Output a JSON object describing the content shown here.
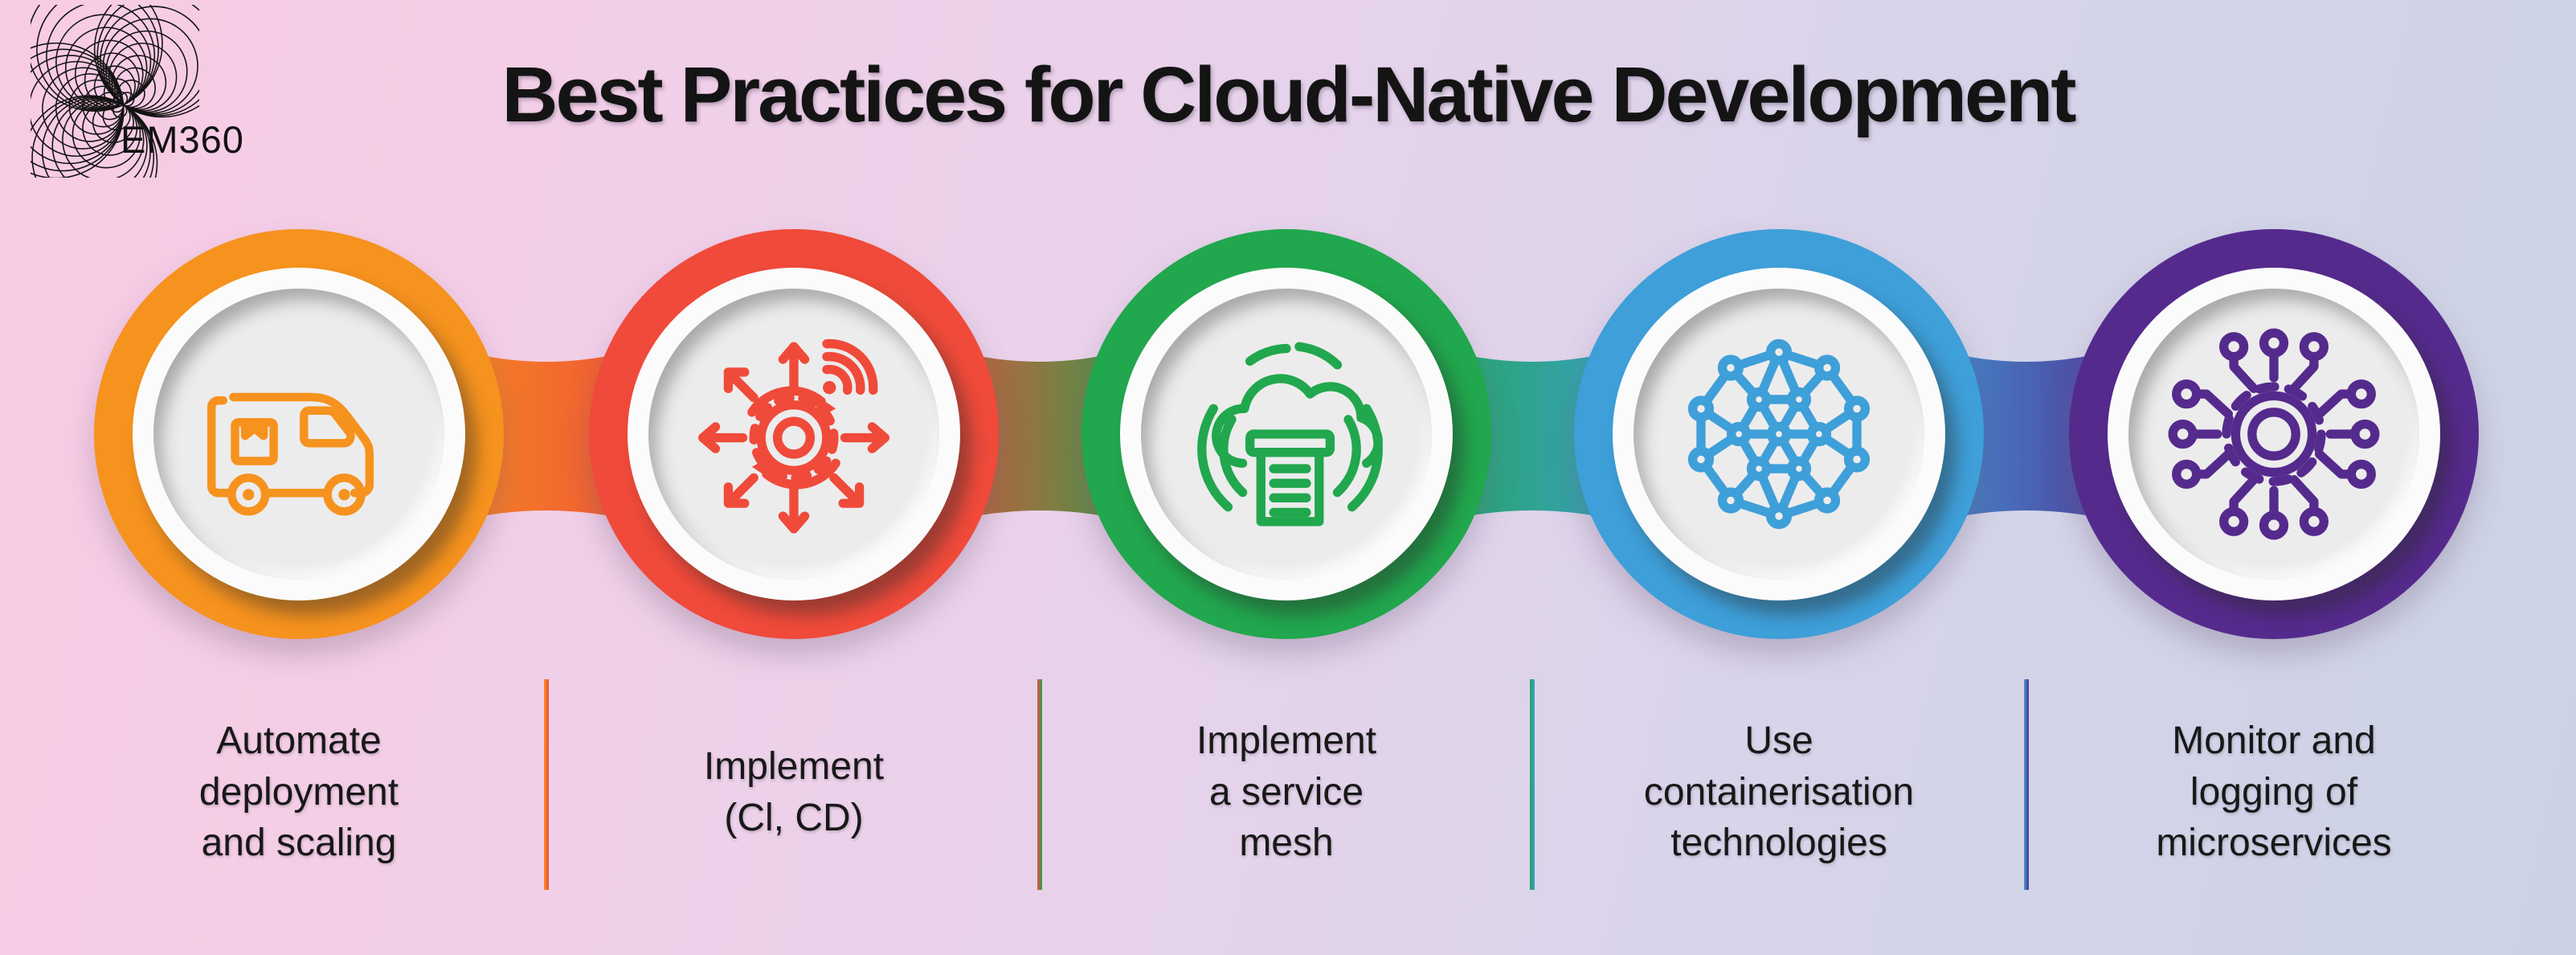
{
  "logo": {
    "text": "EM360",
    "mark": "spirograph-shell-logo"
  },
  "title": "Best Practices for Cloud-Native Development",
  "background": {
    "left_color": "#f8cbe4",
    "right_color": "#ccd2e5"
  },
  "steps": [
    {
      "label": "Automate deployment and scaling",
      "lines": [
        "Automate",
        "deployment",
        "and scaling"
      ],
      "color": "#F6921E",
      "icon": "delivery-truck-icon"
    },
    {
      "label": "Implement (Cl, CD)",
      "lines": [
        "Implement",
        "(Cl, CD)"
      ],
      "color": "#F04A3A",
      "icon": "scaling-gear-arrows-icon"
    },
    {
      "label": "Implement a service mesh",
      "lines": [
        "Implement",
        "a service",
        "mesh"
      ],
      "color": "#21A74D",
      "icon": "cloud-service-stack-icon"
    },
    {
      "label": "Use containerisation technologies",
      "lines": [
        "Use",
        "containerisation",
        "technologies"
      ],
      "color": "#3E9FD9",
      "icon": "network-mesh-icon"
    },
    {
      "label": "Monitor and logging of microservices",
      "lines": [
        "Monitor and",
        "logging of",
        "microservices"
      ],
      "color": "#552A8D",
      "icon": "circuit-hub-gear-icon"
    }
  ],
  "circle_inner_color": "#ececec",
  "circle_rim_color": "#fbfbfb",
  "divider_gradients": [
    [
      "#F6921E",
      "#F04A3A"
    ],
    [
      "#F04A3A",
      "#21A74D"
    ],
    [
      "#21A74D",
      "#3E9FD9"
    ],
    [
      "#3E9FD9",
      "#552A8D"
    ]
  ]
}
